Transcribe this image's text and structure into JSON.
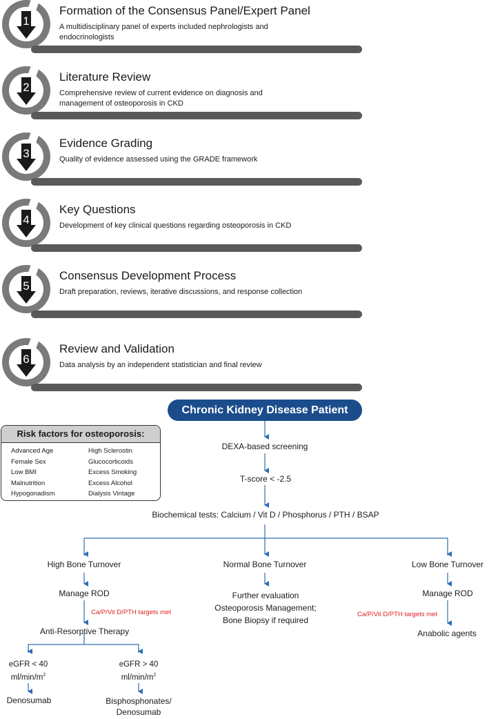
{
  "steps": [
    {
      "num": "1",
      "title": "Formation of the Consensus Panel/Expert Panel",
      "desc": "A multidisciplinary panel of experts included nephrologists and endocrinologists"
    },
    {
      "num": "2",
      "title": "Literature Review",
      "desc": "Comprehensive review of current evidence on diagnosis and management of osteoporosis in CKD"
    },
    {
      "num": "3",
      "title": "Evidence Grading",
      "desc": "Quality of evidence assessed using the GRADE framework"
    },
    {
      "num": "4",
      "title": "Key Questions",
      "desc": "Development of key clinical questions regarding osteoporosis in CKD"
    },
    {
      "num": "5",
      "title": "Consensus Development Process",
      "desc": "Draft preparation, reviews, iterative discussions, and response collection"
    },
    {
      "num": "6",
      "title": "Review and Validation",
      "desc": "Data analysis by an independent statistician and final review"
    }
  ],
  "flow": {
    "patient": "Chronic Kidney Disease Patient",
    "screening": "DEXA-based screening",
    "tscore": "T-score < -2.5",
    "biochem": "Biochemical tests: Calcium / Vit D / Phosphorus / PTH / BSAP",
    "high": "High Bone Turnover",
    "normal": "Normal Bone Turnover",
    "low": "Low Bone Turnover",
    "manage_rod_high": "Manage ROD",
    "manage_rod_low": "Manage ROD",
    "targets_high": "Ca/P/Vit D/PTH targets met",
    "targets_low": "Ca/P/Vit D/PTH targets met",
    "anti_resorptive": "Anti-Resorptive Therapy",
    "normal_next_1": "Further evaluation",
    "normal_next_2": "Osteoporosis Management;",
    "normal_next_3": "Bone Biopsy if required",
    "anabolic": "Anabolic agents",
    "egfr_low_1": "eGFR < 40",
    "egfr_low_2": "ml/min/m",
    "egfr_high_1": "eGFR > 40",
    "egfr_high_2": "ml/min/m",
    "egfr_sup": "2",
    "denosumab": "Denosumab",
    "bisphos_1": "Bisphosphonates/",
    "bisphos_2": "Denosumab"
  },
  "risk": {
    "title": "Risk factors for osteoporosis:",
    "left": [
      "Advanced Age",
      "Female Sex",
      "Low BMI",
      "Malnutrition",
      "Hypogonadism"
    ],
    "right": [
      "High Sclerostin",
      "Glucocorticoids",
      "Excess Smoking",
      "Excess Alcohol",
      "Dialysis Vintage"
    ]
  },
  "colors": {
    "accent": "#1b4d8c",
    "flow_line": "#2e6db4",
    "warning": "#e02020",
    "ring": "#7a7a7a",
    "bar": "#595959"
  }
}
